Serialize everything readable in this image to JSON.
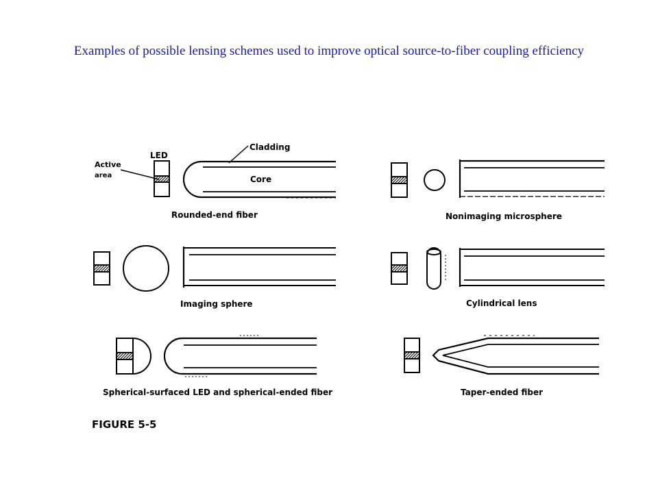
{
  "title": "Examples of possible lensing schemes used to improve optical source-to-fiber coupling efficiency",
  "colors": {
    "title": "#1a1aa6",
    "ink": "#000000",
    "background": "#ffffff"
  },
  "figure": {
    "panels": {
      "rounded": {
        "caption": "Rounded-end fiber",
        "label_led": "LED",
        "label_active": "Active",
        "label_area": "area",
        "label_cladding": "Cladding",
        "label_core": "Core"
      },
      "microsphere": {
        "caption": "Nonimaging microsphere"
      },
      "imaging": {
        "caption": "Imaging sphere"
      },
      "cylindrical": {
        "caption": "Cylindrical lens"
      },
      "spherical": {
        "caption": "Spherical-surfaced LED and spherical-ended fiber"
      },
      "taper": {
        "caption": "Taper-ended fiber"
      }
    },
    "figure_label": "FIGURE 5-5"
  }
}
